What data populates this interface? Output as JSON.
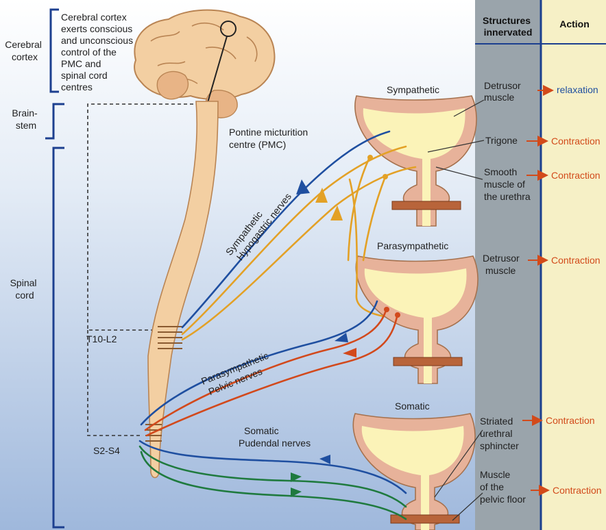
{
  "colors": {
    "background_top": "#ffffff",
    "background_bottom": "#9fb8dc",
    "bracket_blue": "#1c3f8f",
    "sympathetic_blue": "#1f4fa0",
    "sympathetic_orange": "#e3a126",
    "parasympathetic_red": "#d2491c",
    "somatic_green": "#1f7a3e",
    "cord_fill": "#f3cfa2",
    "bladder_wall": "#e7b29a",
    "bladder_lumen": "#fbf3b8",
    "structures_column": "#9aa4ab",
    "action_column": "#f6f0c6",
    "action_red": "#d24a1a",
    "action_blue": "#1f4fa0"
  },
  "regions": {
    "cerebral_cortex": [
      "Cerebral",
      "cortex"
    ],
    "brain_stem": [
      "Brain-",
      "stem"
    ],
    "spinal_cord": [
      "Spinal",
      "cord"
    ]
  },
  "annotations": {
    "cortex_control": [
      "Cerebral cortex",
      "exerts conscious",
      "and unconscious",
      "control of the",
      "PMC and",
      "spinal cord",
      "centres"
    ],
    "pmc": [
      "Pontine micturition",
      "centre (PMC)"
    ],
    "t10_l2": "T10-L2",
    "s2_s4": "S2-S4"
  },
  "nerves": {
    "sympathetic": [
      "Sympathetic",
      "Hypogastric nerves"
    ],
    "parasympathetic": [
      "Parasympathetic",
      "Pelvic nerves"
    ],
    "somatic": [
      "Somatic",
      "Pudendal nerves"
    ]
  },
  "bladders": {
    "sympathetic": "Sympathetic",
    "parasympathetic": "Parasympathetic",
    "somatic": "Somatic"
  },
  "columns": {
    "structures_header": [
      "Structures",
      "innervated"
    ],
    "action_header": "Action"
  },
  "rows": [
    {
      "structure": [
        "Detrusor",
        "muscle"
      ],
      "action": "relaxation",
      "action_color": "#1f4fa0"
    },
    {
      "structure": [
        "Trigone"
      ],
      "action": "Contraction",
      "action_color": "#d24a1a"
    },
    {
      "structure": [
        "Smooth",
        "muscle of",
        "the urethra"
      ],
      "action": "Contraction",
      "action_color": "#d24a1a"
    },
    {
      "structure": [
        "Detrusor",
        "muscle"
      ],
      "action": "Contraction",
      "action_color": "#d24a1a"
    },
    {
      "structure": [
        "Striated",
        "urethral",
        "sphincter"
      ],
      "action": "Contraction",
      "action_color": "#d24a1a"
    },
    {
      "structure": [
        "Muscle",
        "of the",
        "pelvic floor"
      ],
      "action": "Contraction",
      "action_color": "#d24a1a"
    }
  ]
}
